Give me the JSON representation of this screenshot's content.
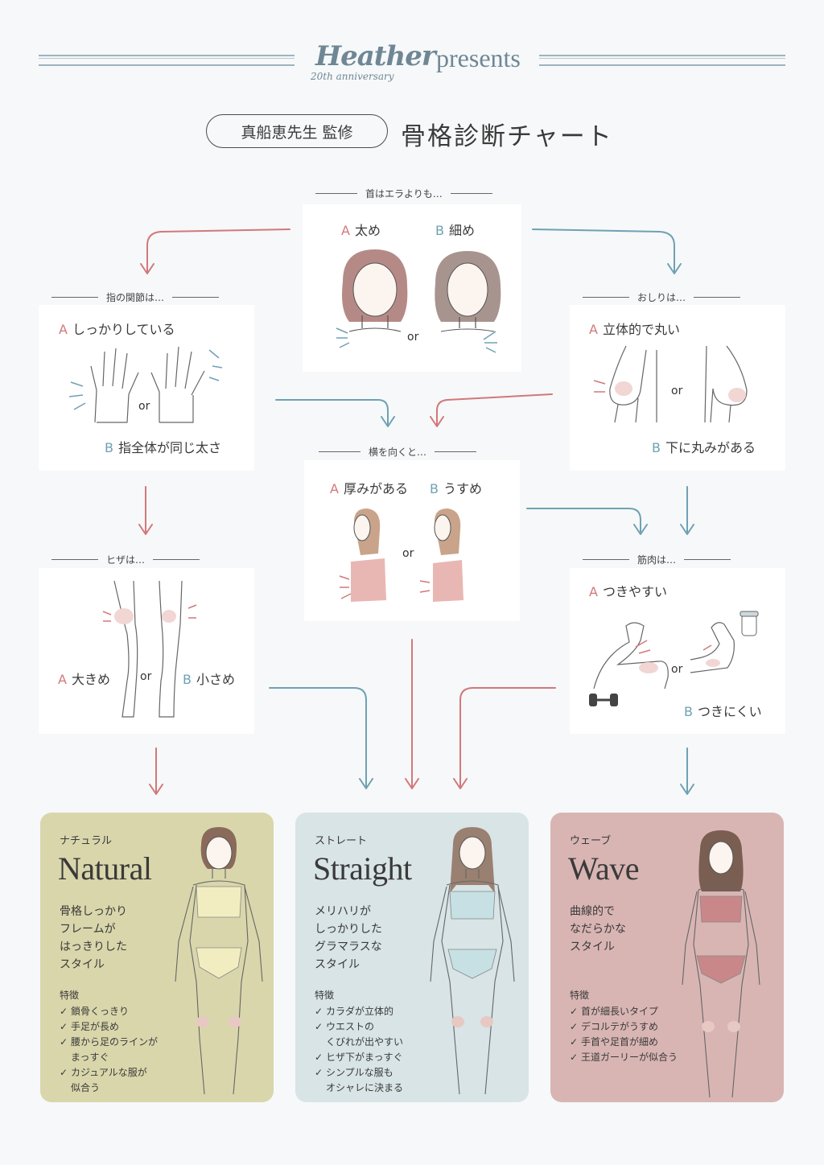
{
  "header": {
    "brand": "Heather",
    "anniversary": "20th anniversary",
    "presents": "presents",
    "supervisor_pill": "真船恵先生 監修",
    "title": "骨格診断チャート"
  },
  "colors": {
    "a_red": "#d2787a",
    "b_blue": "#6fa1b3",
    "natural_card": "#d9d6ab",
    "straight_card": "#d8e4e6",
    "wave_card": "#d8b5b3"
  },
  "questions": {
    "neck": {
      "label": "首はエラよりも…",
      "a_mark": "A",
      "a_text": "太め",
      "b_mark": "B",
      "b_text": "細め",
      "or": "or"
    },
    "finger": {
      "label": "指の関節は…",
      "a_mark": "A",
      "a_text": "しっかりしている",
      "b_mark": "B",
      "b_text": "指全体が同じ太さ",
      "or": "or"
    },
    "hip": {
      "label": "おしりは…",
      "a_mark": "A",
      "a_text": "立体的で丸い",
      "b_mark": "B",
      "b_text": "下に丸みがある",
      "or": "or"
    },
    "side": {
      "label": "横を向くと…",
      "a_mark": "A",
      "a_text": "厚みがある",
      "b_mark": "B",
      "b_text": "うすめ",
      "or": "or"
    },
    "knee": {
      "label": "ヒザは…",
      "a_mark": "A",
      "a_text": "大きめ",
      "b_mark": "B",
      "b_text": "小さめ",
      "or": "or"
    },
    "muscle": {
      "label": "筋肉は…",
      "a_mark": "A",
      "a_text": "つきやすい",
      "b_mark": "B",
      "b_text": "つきにくい",
      "or": "or"
    }
  },
  "results": [
    {
      "kana": "ナチュラル",
      "name": "Natural",
      "desc": [
        "骨格しっかり",
        "フレームが",
        "はっきりした",
        "スタイル"
      ],
      "features_label": "特徴",
      "features": [
        "鎖骨くっきり",
        "手足が長め",
        "腰から足のラインが",
        "まっすぐ",
        "カジュアルな服が",
        "似合う"
      ]
    },
    {
      "kana": "ストレート",
      "name": "Straight",
      "desc": [
        "メリハリが",
        "しっかりした",
        "グラマラスな",
        "スタイル"
      ],
      "features_label": "特徴",
      "features": [
        "カラダが立体的",
        "ウエストの",
        "くびれが出やすい",
        "ヒザ下がまっすぐ",
        "シンプルな服も",
        "オシャレに決まる"
      ]
    },
    {
      "kana": "ウェーブ",
      "name": "Wave",
      "desc": [
        "曲線的で",
        "なだらかな",
        "スタイル"
      ],
      "features_label": "特徴",
      "features": [
        "首が細長いタイプ",
        "デコルテがうすめ",
        "手首や足首が細め",
        "王道ガーリーが似合う"
      ]
    }
  ]
}
